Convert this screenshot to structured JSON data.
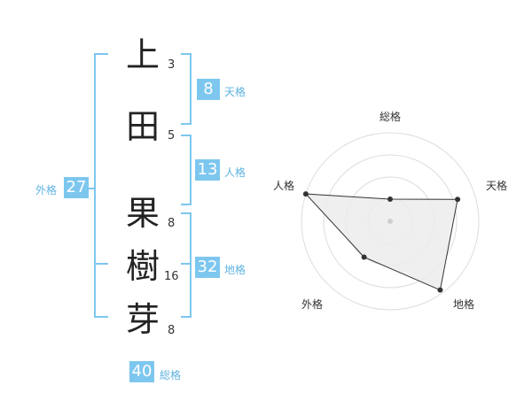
{
  "name": {
    "chars": [
      {
        "kanji": "上",
        "strokes": "3"
      },
      {
        "kanji": "田",
        "strokes": "5"
      },
      {
        "kanji": "果",
        "strokes": "8"
      },
      {
        "kanji": "樹",
        "strokes": "16"
      },
      {
        "kanji": "芽",
        "strokes": "8"
      }
    ]
  },
  "kakusu": {
    "tenkaku": {
      "value": "8",
      "label": "天格"
    },
    "jinkaku": {
      "value": "13",
      "label": "人格"
    },
    "chikaku": {
      "value": "32",
      "label": "地格"
    },
    "gaikaku": {
      "value": "27",
      "label": "外格"
    },
    "soukaku": {
      "value": "40",
      "label": "総格"
    }
  },
  "colors": {
    "accent": "#7dc7ef",
    "label": "#5fb3e2"
  },
  "chart_data": {
    "type": "radar",
    "axes": [
      "総格",
      "天格",
      "地格",
      "外格",
      "人格"
    ],
    "values": [
      0.25,
      0.8,
      0.96,
      0.5,
      1.0
    ],
    "rings": 4
  }
}
